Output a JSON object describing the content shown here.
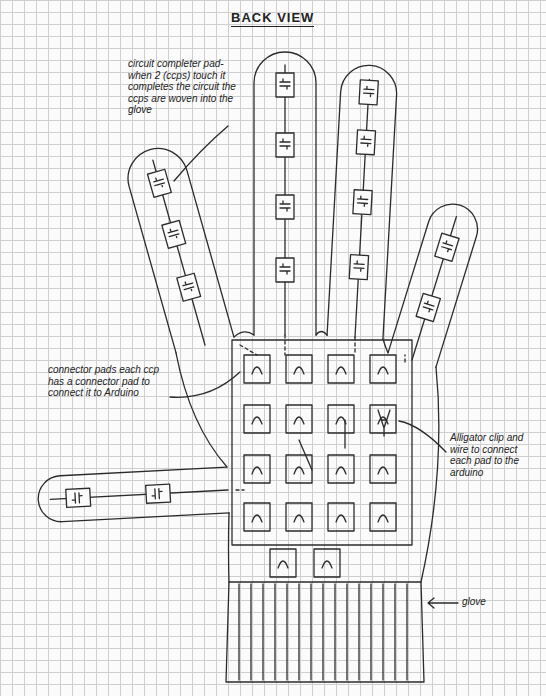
{
  "diagram": {
    "title": "BACK VIEW",
    "labels": [
      "circuit completer pad- when 2 (ccps) touch it completes the circuit the ccps are woven into the glove",
      "connector pads each ccp has a connector pad to connect it to Arduino",
      "Alligator clip and wire to connect each pad to the arduino",
      "glove"
    ]
  }
}
